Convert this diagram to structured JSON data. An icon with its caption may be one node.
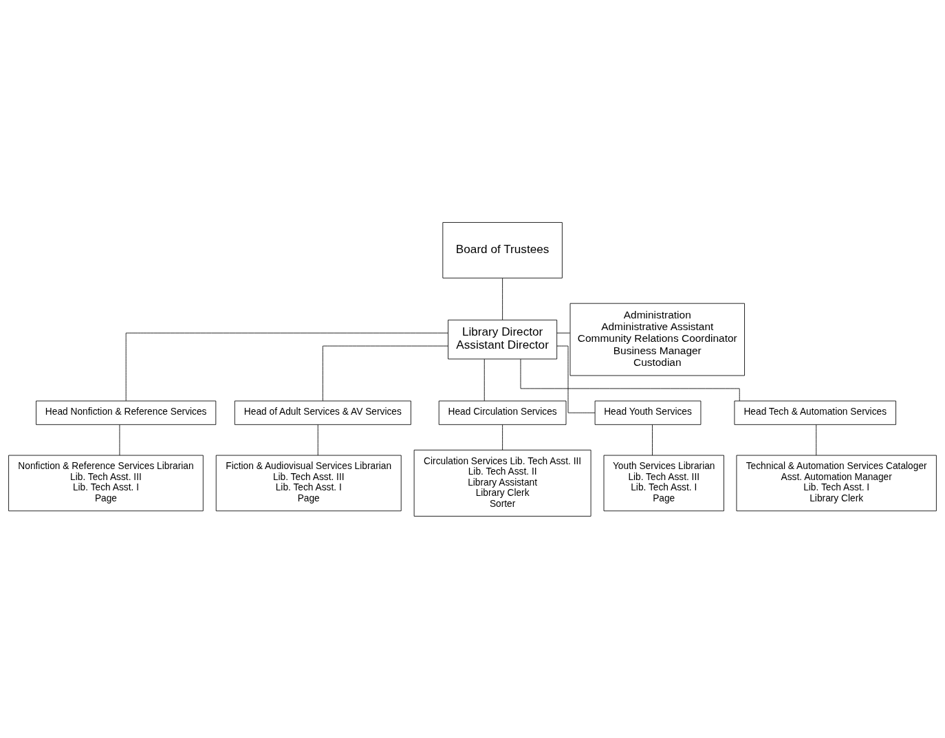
{
  "diagram": {
    "nodes": [
      {
        "text": [
          "Board of Trustees"
        ]
      },
      {
        "text": [
          "Library Director",
          "Assistant Director"
        ]
      },
      {
        "text": [
          "Administration",
          "Administrative Assistant",
          "Community Relations Coordinator",
          "Business Manager",
          "Custodian"
        ]
      },
      {
        "text": [
          "Head Nonfiction & Reference Services"
        ]
      },
      {
        "text": [
          "Head of Adult Services & AV Services"
        ]
      },
      {
        "text": [
          "Head Circulation Services"
        ]
      },
      {
        "text": [
          "Head Youth Services"
        ]
      },
      {
        "text": [
          "Head Tech & Automation Services"
        ]
      },
      {
        "text": [
          "Nonfiction & Reference Services Librarian",
          "Lib. Tech Asst. III",
          "Lib. Tech Asst. I",
          "Page"
        ]
      },
      {
        "text": [
          "Fiction & Audiovisual Services Librarian",
          "Lib. Tech Asst. III",
          "Lib. Tech Asst. I",
          "Page"
        ]
      },
      {
        "text": [
          "Circulation Services Lib. Tech Asst. III",
          "Lib. Tech Asst. II",
          "Library Assistant",
          "Library Clerk",
          "Sorter"
        ]
      },
      {
        "text": [
          "Youth Services Librarian",
          "Lib. Tech Asst. III",
          "Lib. Tech Asst. I",
          "Page"
        ]
      },
      {
        "text": [
          "Technical & Automation Services Cataloger",
          "Asst. Automation Manager",
          "Lib. Tech Asst. I",
          "Library Clerk"
        ]
      }
    ],
    "edges": [
      {
        "from": 0,
        "to": 1,
        "arrow": "none"
      },
      {
        "from": 1,
        "to": 2,
        "arrow": "none"
      },
      {
        "from": 1,
        "to": 3,
        "arrow": "none"
      },
      {
        "from": 1,
        "to": 4,
        "arrow": "none"
      },
      {
        "from": 1,
        "to": 5,
        "arrow": "none"
      },
      {
        "from": 1,
        "to": 6,
        "arrow": "none"
      },
      {
        "from": 1,
        "to": 7,
        "arrow": "none"
      },
      {
        "from": 3,
        "to": 8,
        "arrow": "none"
      },
      {
        "from": 4,
        "to": 9,
        "arrow": "none"
      },
      {
        "from": 5,
        "to": 10,
        "arrow": "none"
      },
      {
        "from": 6,
        "to": 11,
        "arrow": "none"
      },
      {
        "from": 7,
        "to": 12,
        "arrow": "none"
      }
    ]
  }
}
